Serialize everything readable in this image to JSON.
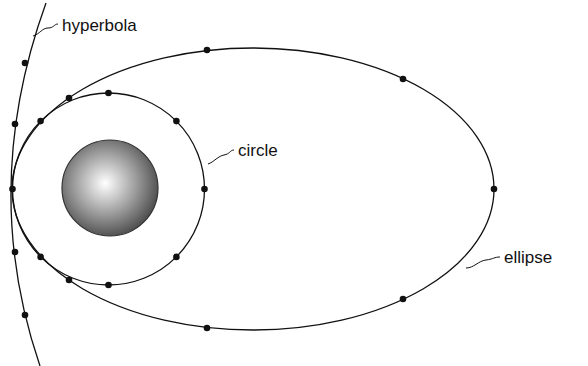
{
  "diagram": {
    "labels": [
      "hyperbola",
      "circle",
      "ellipse"
    ]
  }
}
